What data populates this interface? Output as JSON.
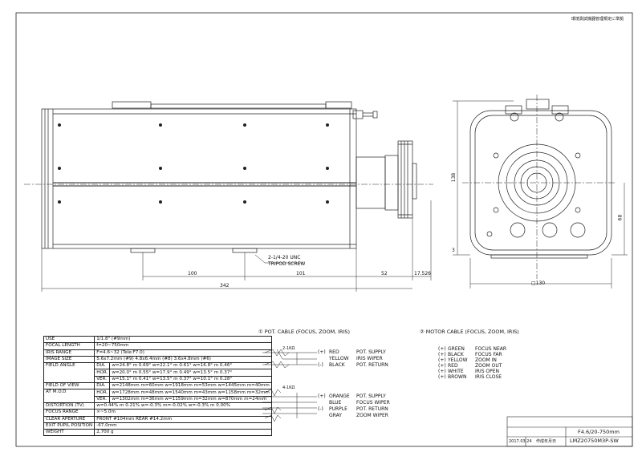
{
  "header_note": "環境測試機器管理規定に準拠",
  "dims": {
    "d100": "100",
    "d101": "101",
    "d342": "342",
    "d52": "52",
    "d17526": "17.526",
    "d138": "138",
    "d68": "68",
    "d130": "□130",
    "d3": "3"
  },
  "tripod": {
    "line1": "2-1/4-20 UNC",
    "line2": "TRIPOD SCREW"
  },
  "spec": {
    "rows": [
      {
        "k": "USE",
        "v": "1/1.8\" (#9mm)"
      },
      {
        "k": "FOCAL LENGTH",
        "v": "f=20~750mm"
      },
      {
        "k": "IRIS RANGE",
        "v": "F=4.6~32   (Tele:F7.0)"
      },
      {
        "k": "IMAGE SIZE",
        "v": "5.6x7.2mm (#9)    4.8x6.4mm (#8)    3.6x4.8mm (#6)"
      }
    ],
    "fa_label": "FIELD ANGLE",
    "fa": [
      {
        "d": "DIA.",
        "v": "w=24.8°  m 0.69°  w=22.1°  m 0.61°  w=16.8°  m 0.46°"
      },
      {
        "d": "HOR.",
        "v": "w=20.0°  m 0.55°  w=17.9°  m 0.49°  w=13.5°  m 0.37°"
      },
      {
        "d": "VER.",
        "v": "w=15.1°  m 0.41°  w=13.5°  m 0.37°  w=10.1°  m 0.28°"
      }
    ],
    "fov_label1": "FIELD OF VIEW",
    "fov_label2": "AT M.O.D",
    "fov": [
      {
        "d": "DIA.",
        "v": "w=2148mm  m=60mm  w=1918mm  m=53mm  w=1445mm  m=40mm"
      },
      {
        "d": "HOR.",
        "v": "w=1728mm  m=48mm  w=1540mm  m=43mm  w=1158mm  m=32mm"
      },
      {
        "d": "VER.",
        "v": "w=1302mm  m=36mm  w=1159mm  m=32mm  w=870mm  m=24mm"
      }
    ],
    "rows2": [
      {
        "k": "DISTORTION (TV)",
        "v": "w=0.44%  m 0.21%  w=-0.3%  m=-0.02%  w=-0.3%  m 0.00%"
      },
      {
        "k": "FOCUS RANGE",
        "v": "∞~5.0m"
      },
      {
        "k": "CLEAR APERTURE",
        "v": "FRONT  #104mm      REAR  #14.2mm"
      },
      {
        "k": "EXIT PUPIL POSITION",
        "v": "-67.0mm"
      },
      {
        "k": "WEIGHT",
        "v": "2,700  g"
      }
    ]
  },
  "cable1": {
    "title": "① POT. CABLE (FOCUS, ZOOM, IRIS)",
    "res_a": "2-1KΩ",
    "res_b": "4-1KΩ",
    "group1": [
      {
        "pin": "(+)",
        "color": "RED",
        "func": "POT. SUPPLY"
      },
      {
        "pin": "",
        "color": "YELLOW",
        "func": "IRIS WIPER"
      },
      {
        "pin": "(-)",
        "color": "BLACK",
        "func": "POT. RETURN"
      }
    ],
    "group2": [
      {
        "pin": "(+)",
        "color": "ORANGE",
        "func": "POT. SUPPLY"
      },
      {
        "pin": "",
        "color": "BLUE",
        "func": "FOCUS WIPER"
      },
      {
        "pin": "(-)",
        "color": "PURPLE",
        "func": "POT. RETURN"
      },
      {
        "pin": "",
        "color": "GRAY",
        "func": "ZOOM WIPER"
      }
    ]
  },
  "cable2": {
    "title": "② MOTOR CABLE (FOCUS, ZOOM, IRIS)",
    "rows": [
      {
        "pin": "(+)",
        "color": "GREEN",
        "func": "FOCUS NEAR"
      },
      {
        "pin": "(+)",
        "color": "BLACK",
        "func": "FOCUS FAR"
      },
      {
        "pin": "(+)",
        "color": "YELLOW",
        "func": "ZOOM IN"
      },
      {
        "pin": "(+)",
        "color": "RED",
        "func": "ZOOM OUT"
      },
      {
        "pin": "(+)",
        "color": "WHITE",
        "func": "IRIS OPEN"
      },
      {
        "pin": "(+)",
        "color": "BROWN",
        "func": "IRIS CLOSE"
      }
    ]
  },
  "title_block": {
    "spec": "F4.6/20-750mm",
    "date": "2017.03.24",
    "maker": "作成年月日",
    "model": "LMZ20750M3P-SW"
  }
}
